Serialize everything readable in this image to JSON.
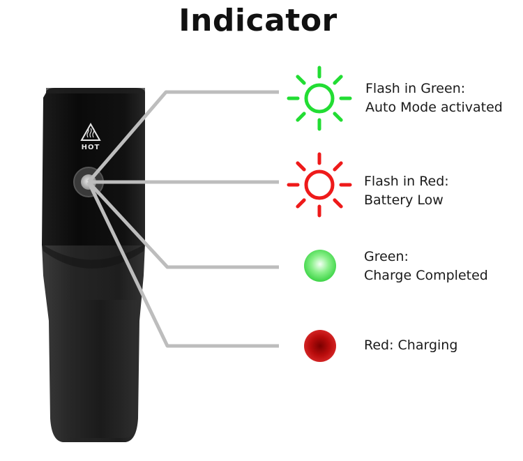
{
  "title": "Indicator",
  "device": {
    "badge_text": "HOT"
  },
  "indicators": [
    {
      "id": "flash-green",
      "symbol": "flashing-sun-icon",
      "color": "#22dd33",
      "line1": "Flash in Green:",
      "line2": "Auto Mode activated"
    },
    {
      "id": "flash-red",
      "symbol": "flashing-sun-icon",
      "color": "#ee1a1a",
      "line1": "Flash in Red:",
      "line2": "Battery Low"
    },
    {
      "id": "solid-green",
      "symbol": "solid-dot-icon",
      "color": "#44dd44",
      "line1": "Green:",
      "line2": "Charge Completed"
    },
    {
      "id": "solid-red",
      "symbol": "solid-dot-icon",
      "color": "#cc1111",
      "line1": "Red: Charging",
      "line2": ""
    }
  ],
  "colors": {
    "leader_line": "#bdbdbd",
    "device_body": "#0d0d0d",
    "device_lower": "#2b2b2b"
  }
}
